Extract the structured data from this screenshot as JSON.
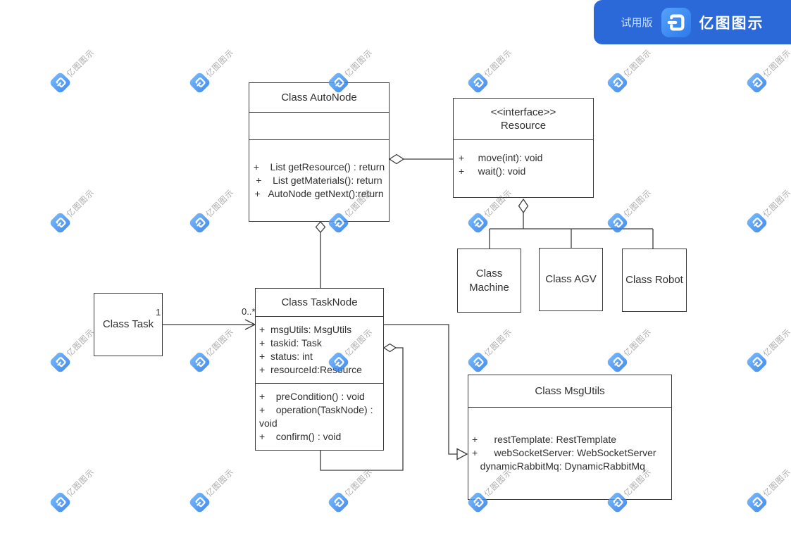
{
  "header": {
    "trial_label": "试用版",
    "brand": "亿图图示"
  },
  "watermark": {
    "text": "亿图图示"
  },
  "classes": {
    "autonode": {
      "title": "Class AutoNode",
      "methods": [
        "+    List getResource() : return",
        "+    List getMaterials(): return",
        "+   AutoNode getNext():return"
      ]
    },
    "resource": {
      "stereotype": "<<interface>>",
      "title": "Resource",
      "methods": [
        "+     move(int): void",
        "+     wait(): void"
      ]
    },
    "machine": {
      "title": "Class Machine"
    },
    "agv": {
      "title": "Class AGV"
    },
    "robot": {
      "title": "Class Robot"
    },
    "task": {
      "title": "Class Task"
    },
    "tasknode": {
      "title": "Class TaskNode",
      "attributes": [
        "+  msgUtils: MsgUtils",
        "+  taskid: Task",
        "+  status: int",
        "+  resourceId:Resource"
      ],
      "methods": [
        "+    preCondition() : void",
        "+    operation(TaskNode) :",
        "void",
        "+    confirm() : void"
      ]
    },
    "msgutils": {
      "title": "Class MsgUtils",
      "attributes": [
        "+      restTemplate: RestTemplate",
        "+      webSocketServer: WebSocketServer",
        "   dynamicRabbitMq: DynamicRabbitMq"
      ]
    }
  },
  "relations": {
    "task_to_tasknode": {
      "source_multiplicity": "1",
      "target_multiplicity": "0..*"
    }
  },
  "colors": {
    "header_blue": "#2c69d8",
    "logo_blue_light": "#58a6f8",
    "logo_blue_dark": "#2f80ec",
    "line": "#3c3c3c",
    "text": "#303030"
  }
}
